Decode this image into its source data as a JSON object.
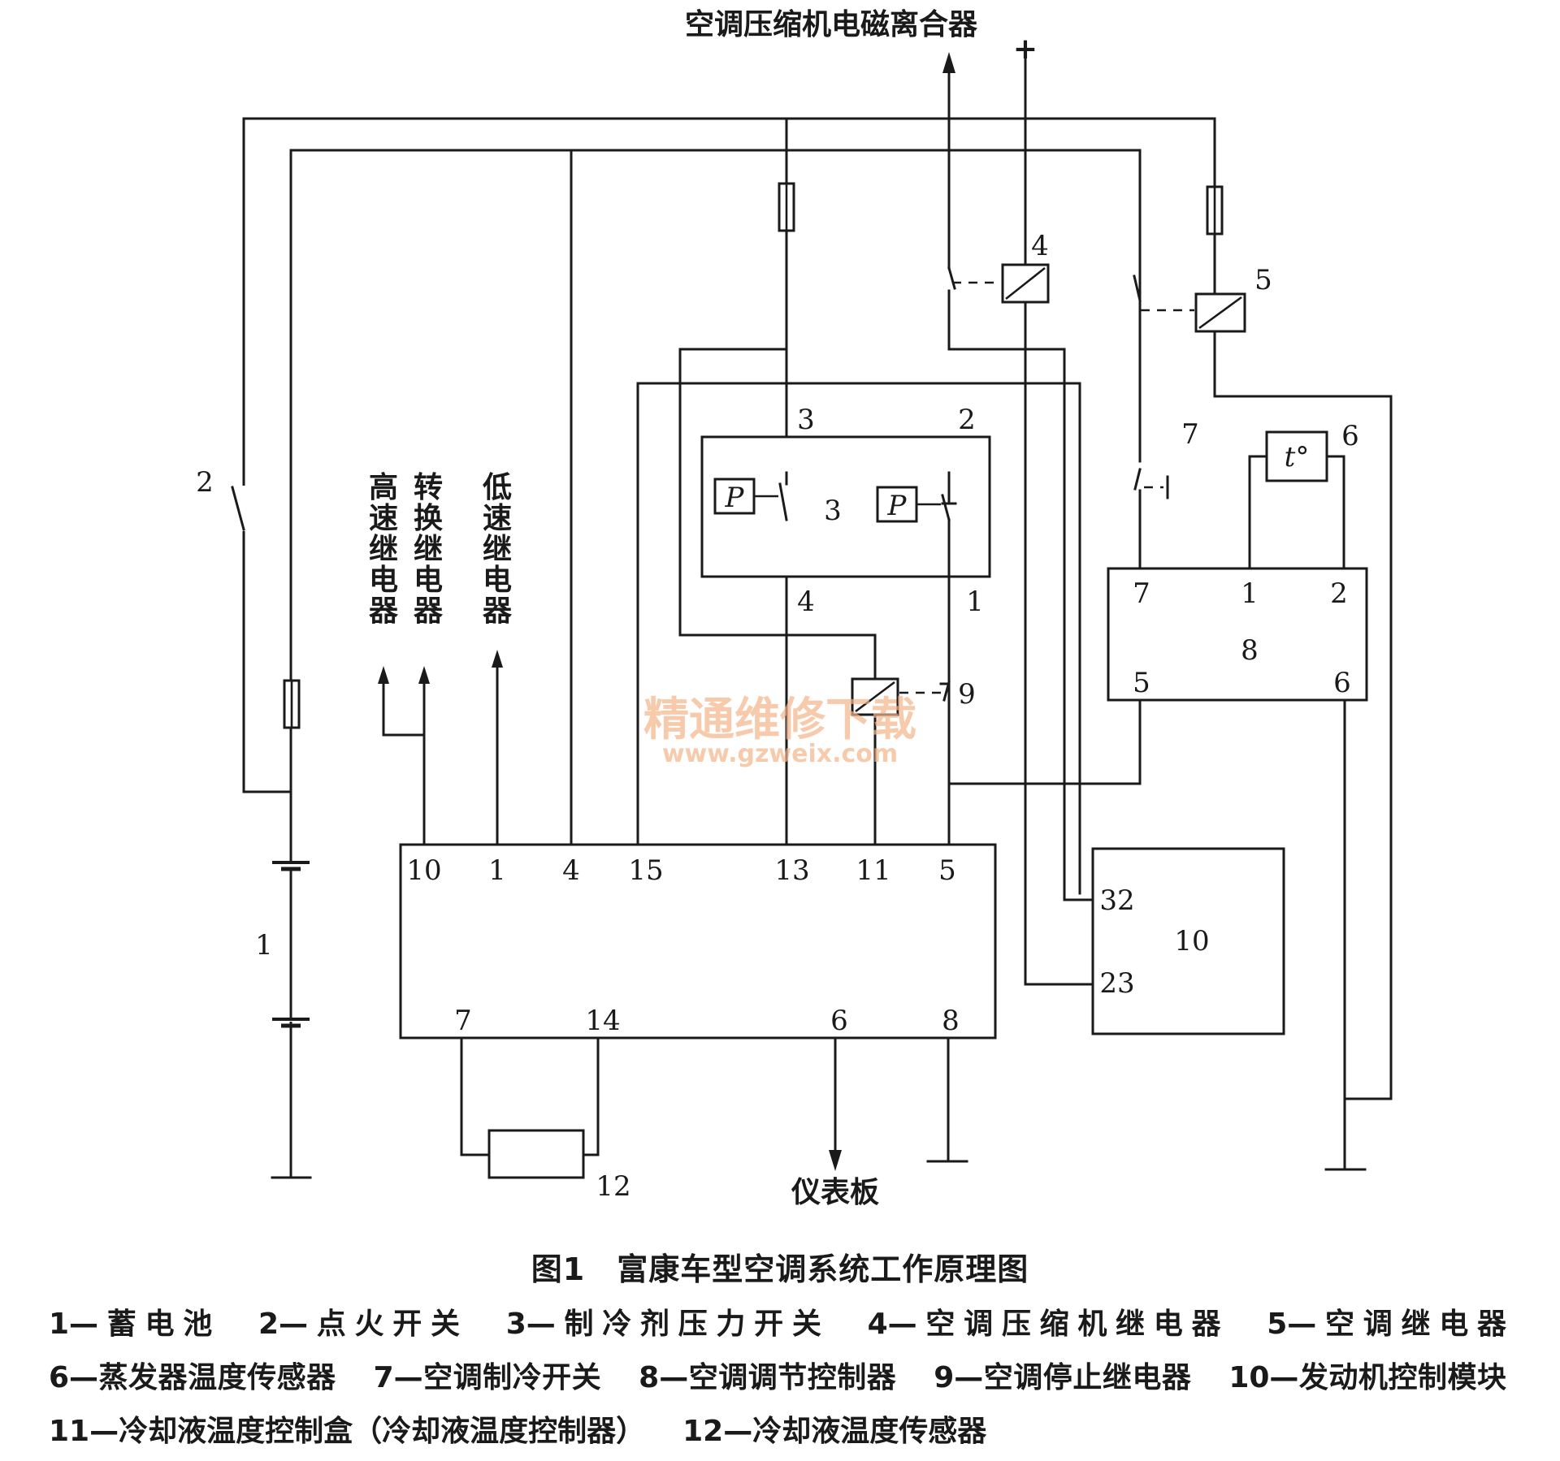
{
  "diagram": {
    "top_output_label": "空调压缩机电磁离合器",
    "plus_sign": "+",
    "bottom_output_label": "仪表板",
    "relay_labels": {
      "high_speed": "高速继电器",
      "switch": "转换继电器",
      "low_speed": "低速继电器"
    },
    "component_numbers": {
      "battery": "1",
      "ignition_switch": "2",
      "pressure_switch": "3",
      "compressor_relay": "4",
      "ac_relay": "5",
      "evap_sensor": "6",
      "ac_switch": "7",
      "ac_controller": "8",
      "stop_relay": "9",
      "ecm": "10",
      "coolant_sensor": "12"
    },
    "pressure_switch_pins": {
      "p3": "3",
      "p2": "2",
      "p4": "4",
      "p1": "1"
    },
    "pressure_symbol": "P",
    "sensor_symbol": "t°",
    "controller_pins": {
      "p7": "7",
      "p1": "1",
      "p2": "2",
      "p5": "5",
      "p6": "6"
    },
    "ecm_pins": {
      "p32": "32",
      "p23": "23"
    },
    "control_box_pins_top": [
      "10",
      "1",
      "4",
      "15",
      "13",
      "11",
      "5"
    ],
    "control_box_pins_bottom": [
      "7",
      "14",
      "6",
      "8"
    ],
    "watermark": {
      "line1": "精通维修下载",
      "line2": "www.gzweix.com"
    }
  },
  "caption": "图1　富康车型空调系统工作原理图",
  "legend": [
    "1—蓄电池",
    "2—点火开关",
    "3—制冷剂压力开关",
    "4—空调压缩机继电器",
    "5—空调继电器",
    "6—蒸发器温度传感器",
    "7—空调制冷开关",
    "8—空调调节控制器",
    "9—空调停止继电器",
    "10—发动机控制模块",
    "11—冷却液温度控制盒（冷却液温度控制器）",
    "12—冷却液温度传感器"
  ]
}
